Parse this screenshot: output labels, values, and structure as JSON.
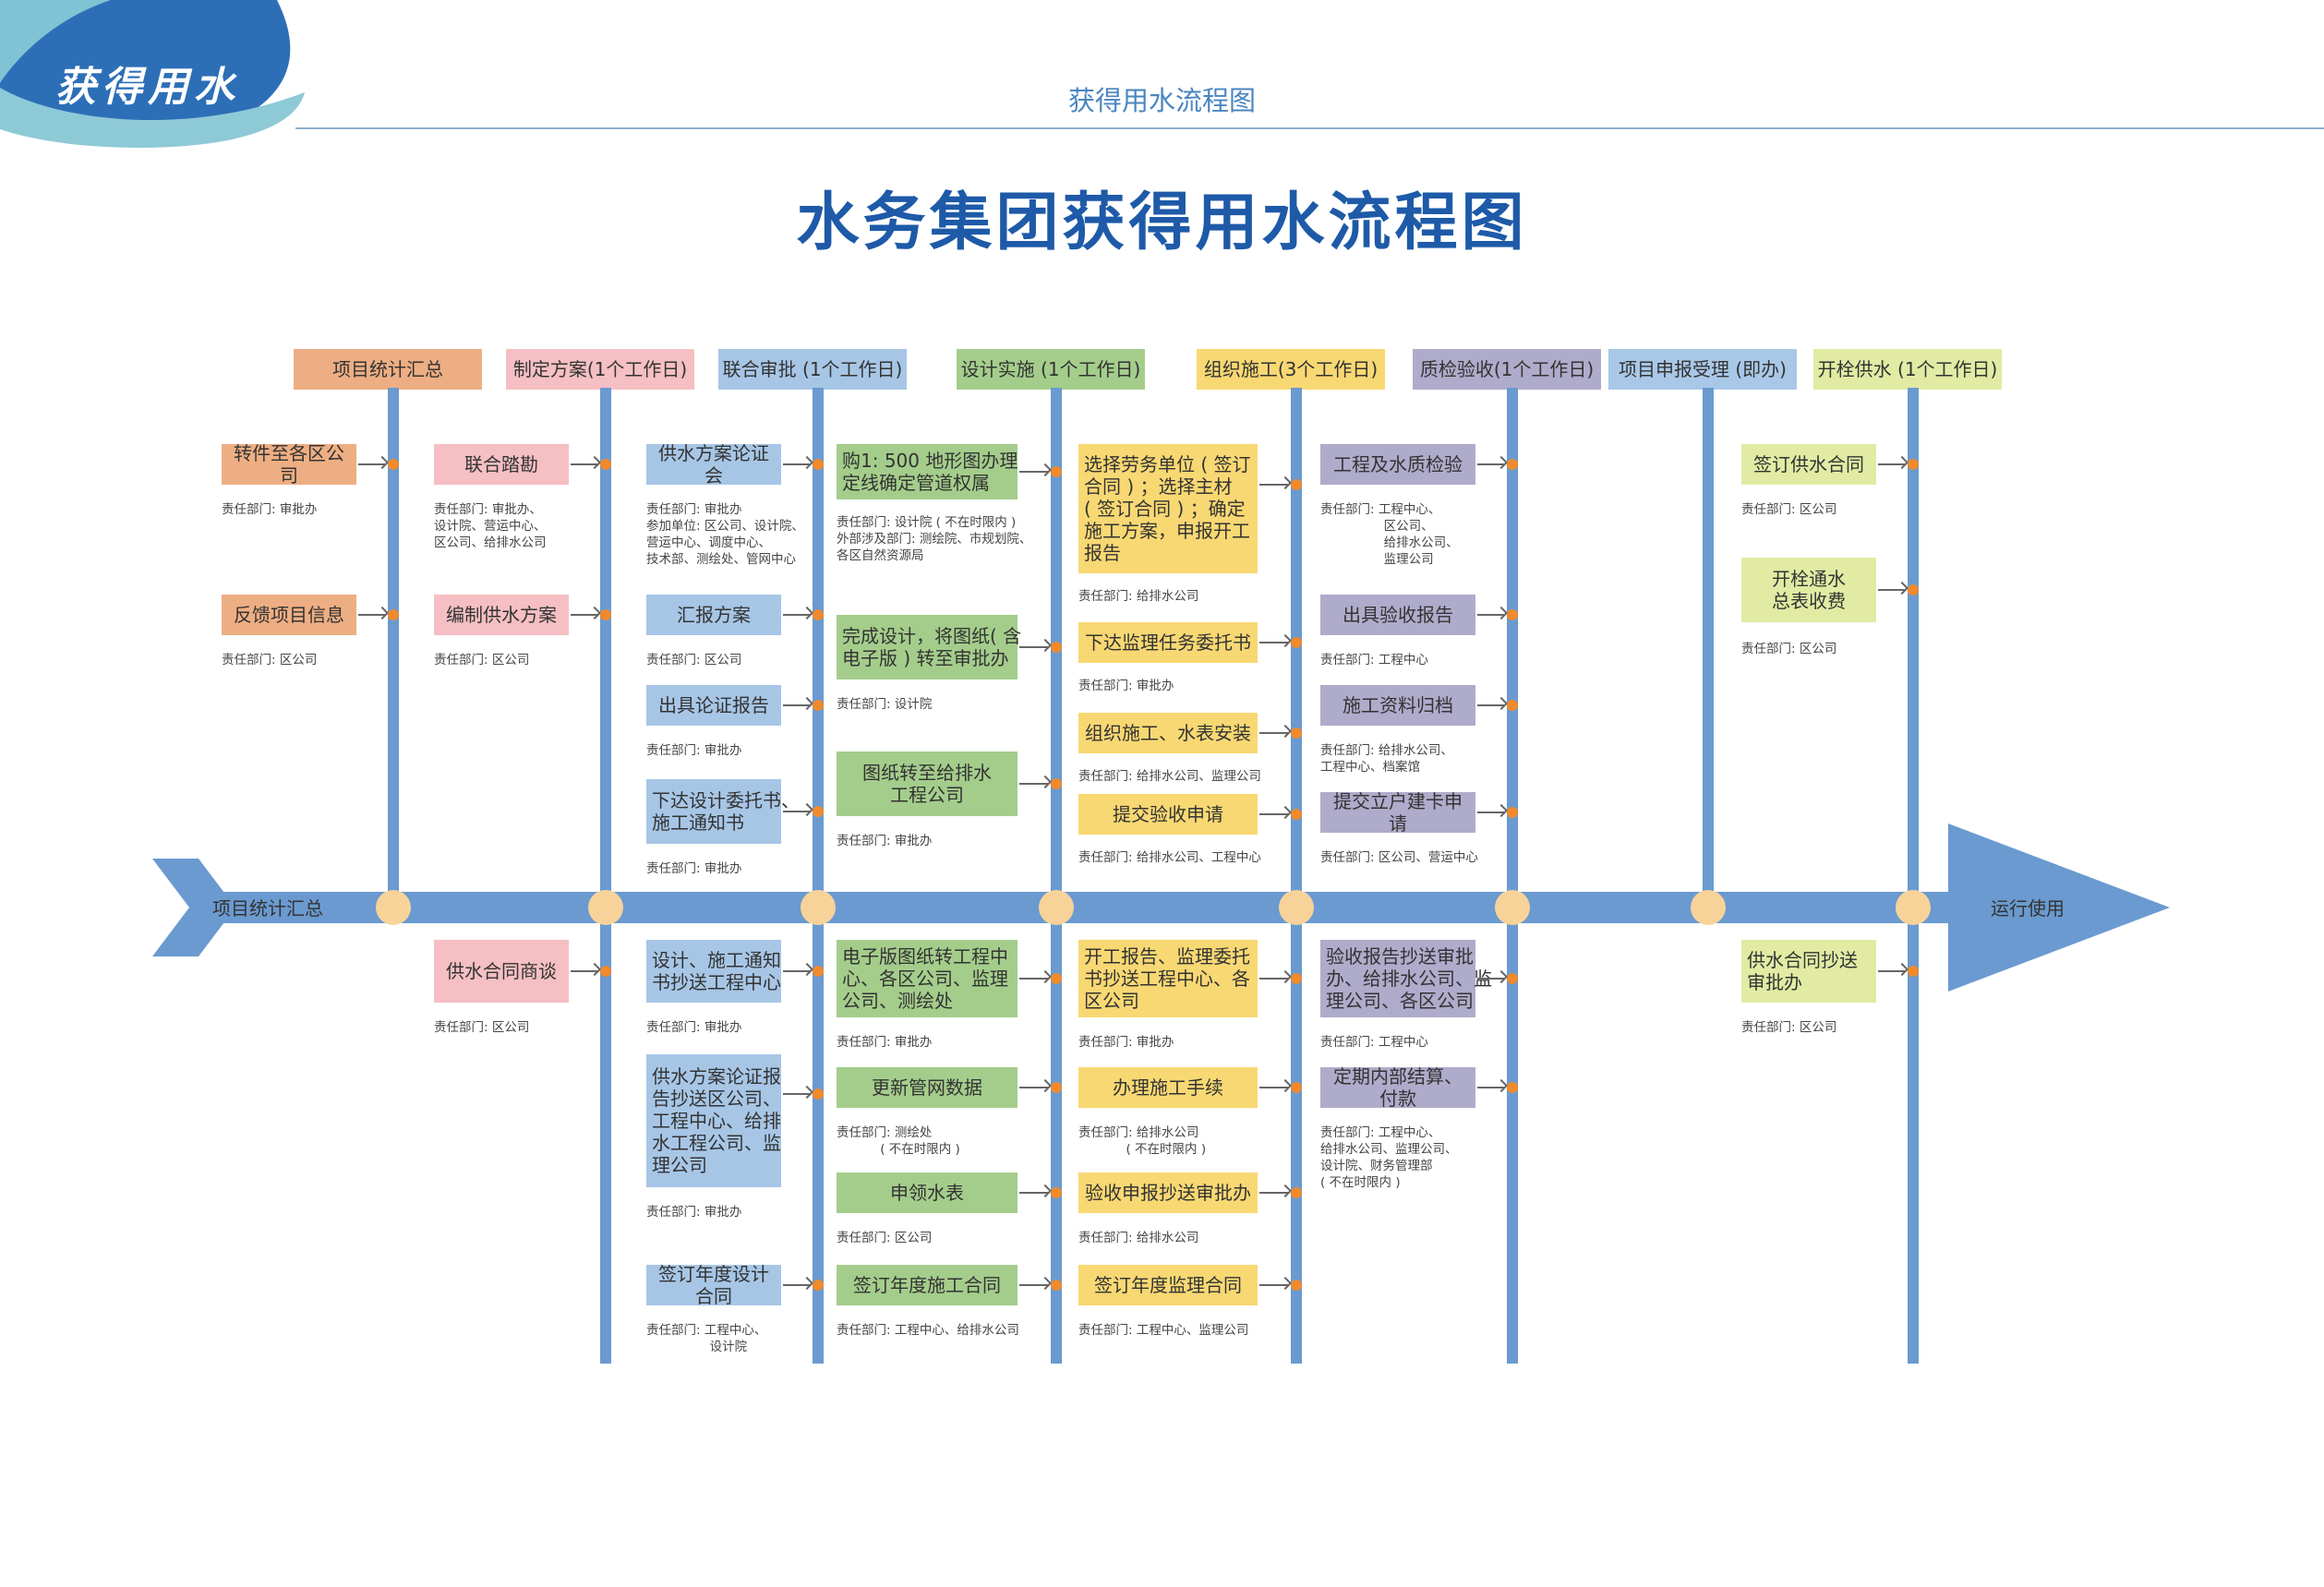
{
  "brand": {
    "logo_text": "获得用水"
  },
  "header": {
    "caption": "获得用水流程图"
  },
  "title": "水务集团获得用水流程图",
  "colors": {
    "primary": "#1e5aa8",
    "spine": "#6a9ad0",
    "node": "#f7d39a",
    "dot": "#f08a2c"
  },
  "axis": {
    "start_label": "项目统计汇总",
    "end_label": "运行使用"
  },
  "stages": [
    {
      "label": "项目统计汇总"
    },
    {
      "label": "制定方案(1个工作日)"
    },
    {
      "label": "联合审批 (1个工作日)"
    },
    {
      "label": "设计实施 (1个工作日)"
    },
    {
      "label": "组织施工(3个工作日)"
    },
    {
      "label": "质检验收(1个工作日)"
    },
    {
      "label": "项目申报受理 (即办)"
    },
    {
      "label": "开栓供水 (1个工作日)"
    }
  ],
  "s1": {
    "t1": "转件至各区公司",
    "r1": "责任部门: 审批办",
    "t2": "反馈项目信息",
    "r2": "责任部门: 区公司"
  },
  "s2": {
    "t1": "联合踏勘",
    "r1": "责任部门: 审批办、\n设计院、营运中心、\n区公司、给排水公司",
    "t2": "编制供水方案",
    "r2": "责任部门: 区公司",
    "b1": "供水合同商谈",
    "rb1": "责任部门: 区公司"
  },
  "s3": {
    "t1": "供水方案论证会",
    "r1": "责任部门: 审批办\n参加单位: 区公司、设计院、\n营运中心、调度中心、\n技术部、测绘处、管网中心",
    "t2": "汇报方案",
    "r2": "责任部门: 区公司",
    "t3": "出具论证报告",
    "r3": "责任部门: 审批办",
    "t4": "下达设计委托书、\n施工通知书",
    "r4": "责任部门: 审批办",
    "b1": "设计、施工通知\n书抄送工程中心",
    "rb1": "责任部门: 审批办",
    "b2": "供水方案论证报\n告抄送区公司、\n工程中心、给排\n水工程公司、监\n理公司",
    "rb2": "责任部门: 审批办",
    "b3": "签订年度设计合同",
    "rb3": "责任部门: 工程中心、\n                设计院"
  },
  "s4": {
    "t1": "购1: 500 地形图办理\n定线确定管道权属",
    "r1": "责任部门: 设计院 ( 不在时限内 )\n外部涉及部门: 测绘院、市规划院、\n各区自然资源局",
    "t2": "完成设计，将图纸( 含\n电子版 ) 转至审批办",
    "r2": "责任部门: 设计院",
    "t3": "图纸转至给排水\n工程公司",
    "r3": "责任部门: 审批办",
    "b1": "电子版图纸转工程中\n心、各区公司、监理\n公司、测绘处",
    "rb1": "责任部门: 审批办",
    "b2": "更新管网数据",
    "rb2": "责任部门: 测绘处\n           ( 不在时限内 )",
    "b3": "申领水表",
    "rb3": "责任部门: 区公司",
    "b4": "签订年度施工合同",
    "rb4": "责任部门: 工程中心、给排水公司"
  },
  "s5": {
    "t1": "选择劳务单位 ( 签订\n合同 ) ；选择主材\n( 签订合同 ) ；确定\n施工方案，申报开工\n报告",
    "r1": "责任部门: 给排水公司",
    "t2": "下达监理任务委托书",
    "r2": "责任部门: 审批办",
    "t3": "组织施工、水表安装",
    "r3": "责任部门: 给排水公司、监理公司",
    "t4": "提交验收申请",
    "r4": "责任部门: 给排水公司、工程中心",
    "b1": "开工报告、监理委托\n书抄送工程中心、各\n区公司",
    "rb1": "责任部门: 审批办",
    "b2": "办理施工手续",
    "rb2": "责任部门: 给排水公司\n            ( 不在时限内 )",
    "b3": "验收申报抄送审批办",
    "rb3": "责任部门: 给排水公司",
    "b4": "签订年度监理合同",
    "rb4": "责任部门: 工程中心、监理公司"
  },
  "s6": {
    "t1": "工程及水质检验",
    "r1": "责任部门: 工程中心、\n                区公司、\n                给排水公司、\n                监理公司",
    "t2": "出具验收报告",
    "r2": "责任部门: 工程中心",
    "t3": "施工资料归档",
    "r3": "责任部门: 给排水公司、\n工程中心、档案馆",
    "t4": "提交立户建卡申请",
    "r4": "责任部门: 区公司、营运中心",
    "b1": "验收报告抄送审批\n办、给排水公司、监\n理公司、各区公司",
    "rb1": "责任部门: 工程中心",
    "b2": "定期内部结算、付款",
    "rb2": "责任部门: 工程中心、\n给排水公司、监理公司、\n设计院、财务管理部\n( 不在时限内 )"
  },
  "s8": {
    "t1": "签订供水合同",
    "r1": "责任部门: 区公司",
    "t2": "开栓通水\n总表收费",
    "r2": "责任部门: 区公司",
    "b1": "供水合同抄送\n审批办",
    "rb1": "责任部门: 区公司"
  }
}
